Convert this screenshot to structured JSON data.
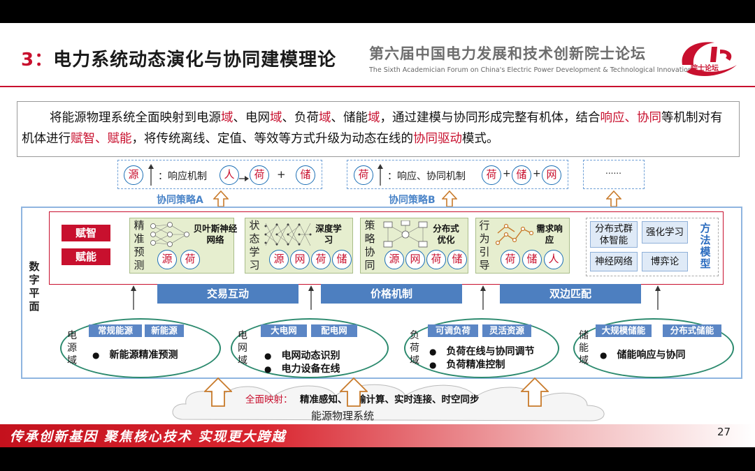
{
  "header": {
    "title_num": "3：",
    "title_text": "电力系统动态演化与协同建模理论",
    "forum_cn": "第六届中国电力发展和技术创新院士论坛",
    "forum_en": "The Sixth Academician Forum on China's Electric Power Development & Technological Innovation",
    "logo_text": "院士论坛"
  },
  "intro": {
    "segments": [
      {
        "t": "将能源物理系统全面映射到电源",
        "r": false
      },
      {
        "t": "域",
        "r": true
      },
      {
        "t": "、电网",
        "r": false
      },
      {
        "t": "域",
        "r": true
      },
      {
        "t": "、负荷",
        "r": false
      },
      {
        "t": "域",
        "r": true
      },
      {
        "t": "、储能",
        "r": false
      },
      {
        "t": "域",
        "r": true
      },
      {
        "t": "，通过建模与协同形成完整有机体，结合",
        "r": false
      },
      {
        "t": "响应、协同",
        "r": true
      },
      {
        "t": "等机制对有机体进行",
        "r": false
      },
      {
        "t": "赋智、赋能",
        "r": true
      },
      {
        "t": "，将传统离线、定值、等效等方式升级为动态在线的",
        "r": false
      },
      {
        "t": "协同驱动",
        "r": true
      },
      {
        "t": "模式。",
        "r": false
      }
    ]
  },
  "strategy_a": {
    "src": "源",
    "mech": "：响应机制",
    "p1": "人",
    "p2": "荷",
    "plus": "+",
    "p3": "储",
    "label": "协同策略A"
  },
  "strategy_b": {
    "src": "荷",
    "mech": "：响应、协同机制",
    "p1": "荷",
    "plus1": "+",
    "p2": "储",
    "plus2": "+",
    "p3": "网",
    "label": "协同策略B"
  },
  "strategy_more": "......",
  "digital_plane": "数字平面",
  "tags": {
    "a": "赋智",
    "b": "赋能"
  },
  "panels": {
    "p1": {
      "vert": "精准预测",
      "title": "贝叶斯神经网络",
      "c1": "源",
      "c2": "荷"
    },
    "p2": {
      "vert": "状态学习",
      "title": "深度学习",
      "c1": "源",
      "c2": "网",
      "c3": "荷",
      "c4": "储"
    },
    "p3": {
      "vert": "策略协同",
      "title": "分布式优化",
      "c1": "源",
      "c2": "网",
      "c3": "荷",
      "c4": "储"
    },
    "p4": {
      "vert": "行为引导",
      "title": "需求响应",
      "c1": "荷",
      "c2": "储",
      "c3": "人"
    }
  },
  "methods": {
    "m1": "分布式群体智能",
    "m2": "强化学习",
    "m3": "神经网络",
    "m4": "博弈论",
    "label": "方法模型"
  },
  "bars": {
    "b1": "交易互动",
    "b2": "价格机制",
    "b3": "双边匹配"
  },
  "domains": {
    "source": {
      "name": "电源域",
      "chips": [
        "常规能源",
        "新能源"
      ],
      "items": [
        "新能源精准预测"
      ]
    },
    "grid": {
      "name": "电网域",
      "chips": [
        "大电网",
        "配电网"
      ],
      "items": [
        "电网动态识别",
        "电力设备在线"
      ]
    },
    "load": {
      "name": "负荷域",
      "chips": [
        "可调负荷",
        "灵活资源"
      ],
      "items": [
        "负荷在线与协同调节",
        "负荷精准控制"
      ]
    },
    "storage": {
      "name": "储能域",
      "chips": [
        "大规模储能",
        "分布式储能"
      ],
      "items": [
        "储能响应与协同"
      ]
    }
  },
  "mapping": {
    "label": "全面映射：",
    "items": "精准感知、传输计算、实时连接、时空同步"
  },
  "physical": "能源物理系统",
  "footer": {
    "slogan": "传承创新基因  聚焦核心技术  实现更大跨越",
    "page": "27"
  },
  "colors": {
    "accent_red": "#c8102e",
    "bar_blue": "#4d7fc0",
    "panel_green": "#e6eecf",
    "ellipse_green": "#2c8a6e"
  }
}
